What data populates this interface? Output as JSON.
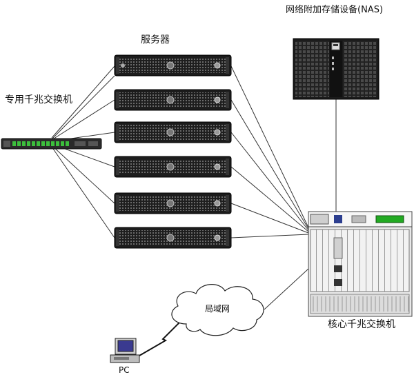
{
  "labels": {
    "servers": "服务器",
    "nas": "网络附加存储设备(NAS)",
    "dedicated_switch": "专用千兆交换机",
    "core_switch": "核心千兆交换机",
    "lan": "局域网",
    "pc": "PC"
  },
  "servers": [
    {
      "id": "server-1"
    },
    {
      "id": "server-2"
    },
    {
      "id": "server-3"
    },
    {
      "id": "server-4"
    },
    {
      "id": "server-5"
    },
    {
      "id": "server-6"
    }
  ],
  "colors": {
    "server_body": "#1c1c1c",
    "server_grill": "#5a5a5a",
    "nas_body": "#2a2a2a",
    "switch_led": "#3cbf3c",
    "core_led": "#22aa22",
    "core_body": "#e9e9e9",
    "line": "#333333"
  }
}
